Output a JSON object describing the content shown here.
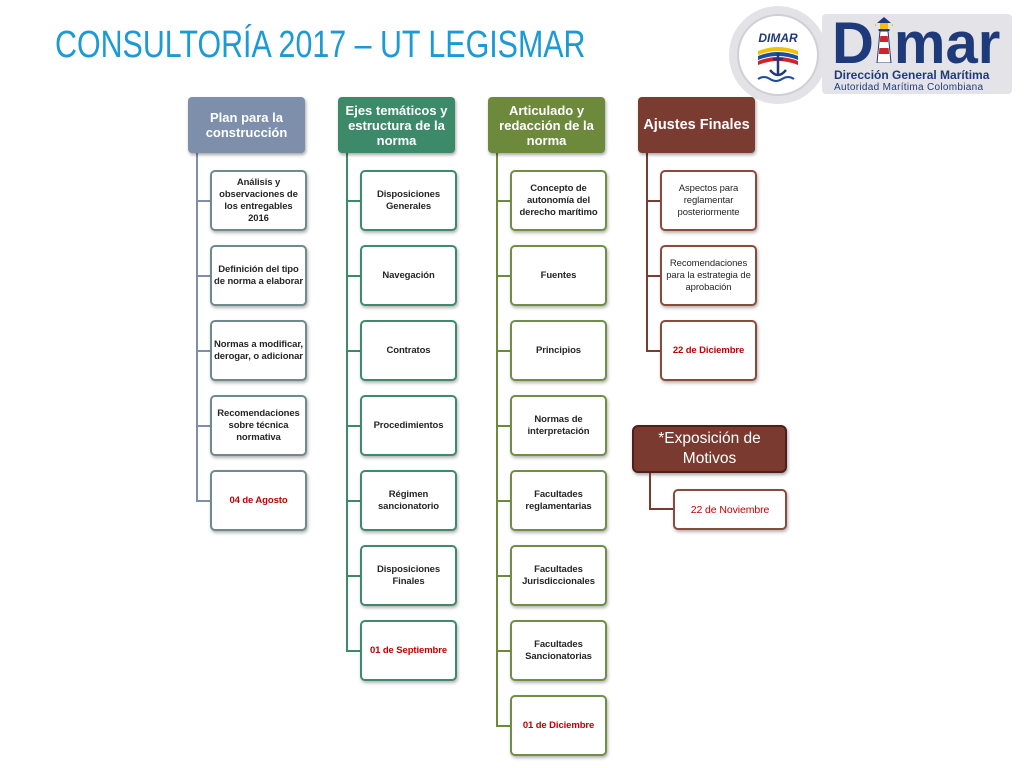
{
  "title": "CONSULTORÍA 2017 – UT LEGISMAR",
  "logo": {
    "emblem_text": "DIMAR",
    "brand": "Dimar",
    "subtitle": "Dirección General Marítima",
    "tagline": "Autoridad Marítima Colombiana"
  },
  "colors": {
    "title": "#1b9ad6",
    "date_text": "#c00000",
    "logo_blue": "#1f3a7a"
  },
  "columns": [
    {
      "header": "Plan para la construcción",
      "color": "#7d8fab",
      "border": "#6f8a8c",
      "items": [
        {
          "text": "Análisis y observaciones de los entregables 2016"
        },
        {
          "text": "Definición del tipo de norma a elaborar"
        },
        {
          "text": "Normas a modificar, derogar, o adicionar"
        },
        {
          "text": "Recomendaciones sobre técnica normativa"
        },
        {
          "text": "04 de Agosto",
          "date": true
        }
      ]
    },
    {
      "header": "Ejes temáticos y estructura de la norma",
      "color": "#3d8a6a",
      "border": "#3f8a6c",
      "items": [
        {
          "text": "Disposiciones Generales"
        },
        {
          "text": "Navegación"
        },
        {
          "text": "Contratos"
        },
        {
          "text": "Procedimientos"
        },
        {
          "text": "Régimen sancionatorio"
        },
        {
          "text": "Disposiciones Finales"
        },
        {
          "text": "01 de Septiembre",
          "date": true
        }
      ]
    },
    {
      "header": "Articulado y redacción de la norma",
      "color": "#6d8a3c",
      "border": "#6e8f45",
      "items": [
        {
          "text": "Concepto de autonomía del derecho marítimo"
        },
        {
          "text": "Fuentes"
        },
        {
          "text": "Principios"
        },
        {
          "text": "Normas de interpretación"
        },
        {
          "text": "Facultades reglamentarias"
        },
        {
          "text": "Facultades Jurisdiccionales"
        },
        {
          "text": "Facultades Sancionatorias"
        },
        {
          "text": "01 de Diciembre",
          "date": true
        }
      ]
    },
    {
      "header": "Ajustes Finales",
      "color": "#7a3b30",
      "border": "#8a4b3d",
      "items": [
        {
          "text": "Aspectos para reglamentar posteriormente",
          "bold": false
        },
        {
          "text": "Recomendaciones para la  estrategia de aprobación",
          "bold": false
        },
        {
          "text": "22 de Diciembre",
          "date": true
        }
      ]
    }
  ],
  "motivos": {
    "header": "*Exposición de Motivos",
    "color": "#7a3a30",
    "border": "#8a4b3d",
    "items": [
      {
        "text": "22 de Noviembre",
        "date": true,
        "bold": false
      }
    ]
  }
}
